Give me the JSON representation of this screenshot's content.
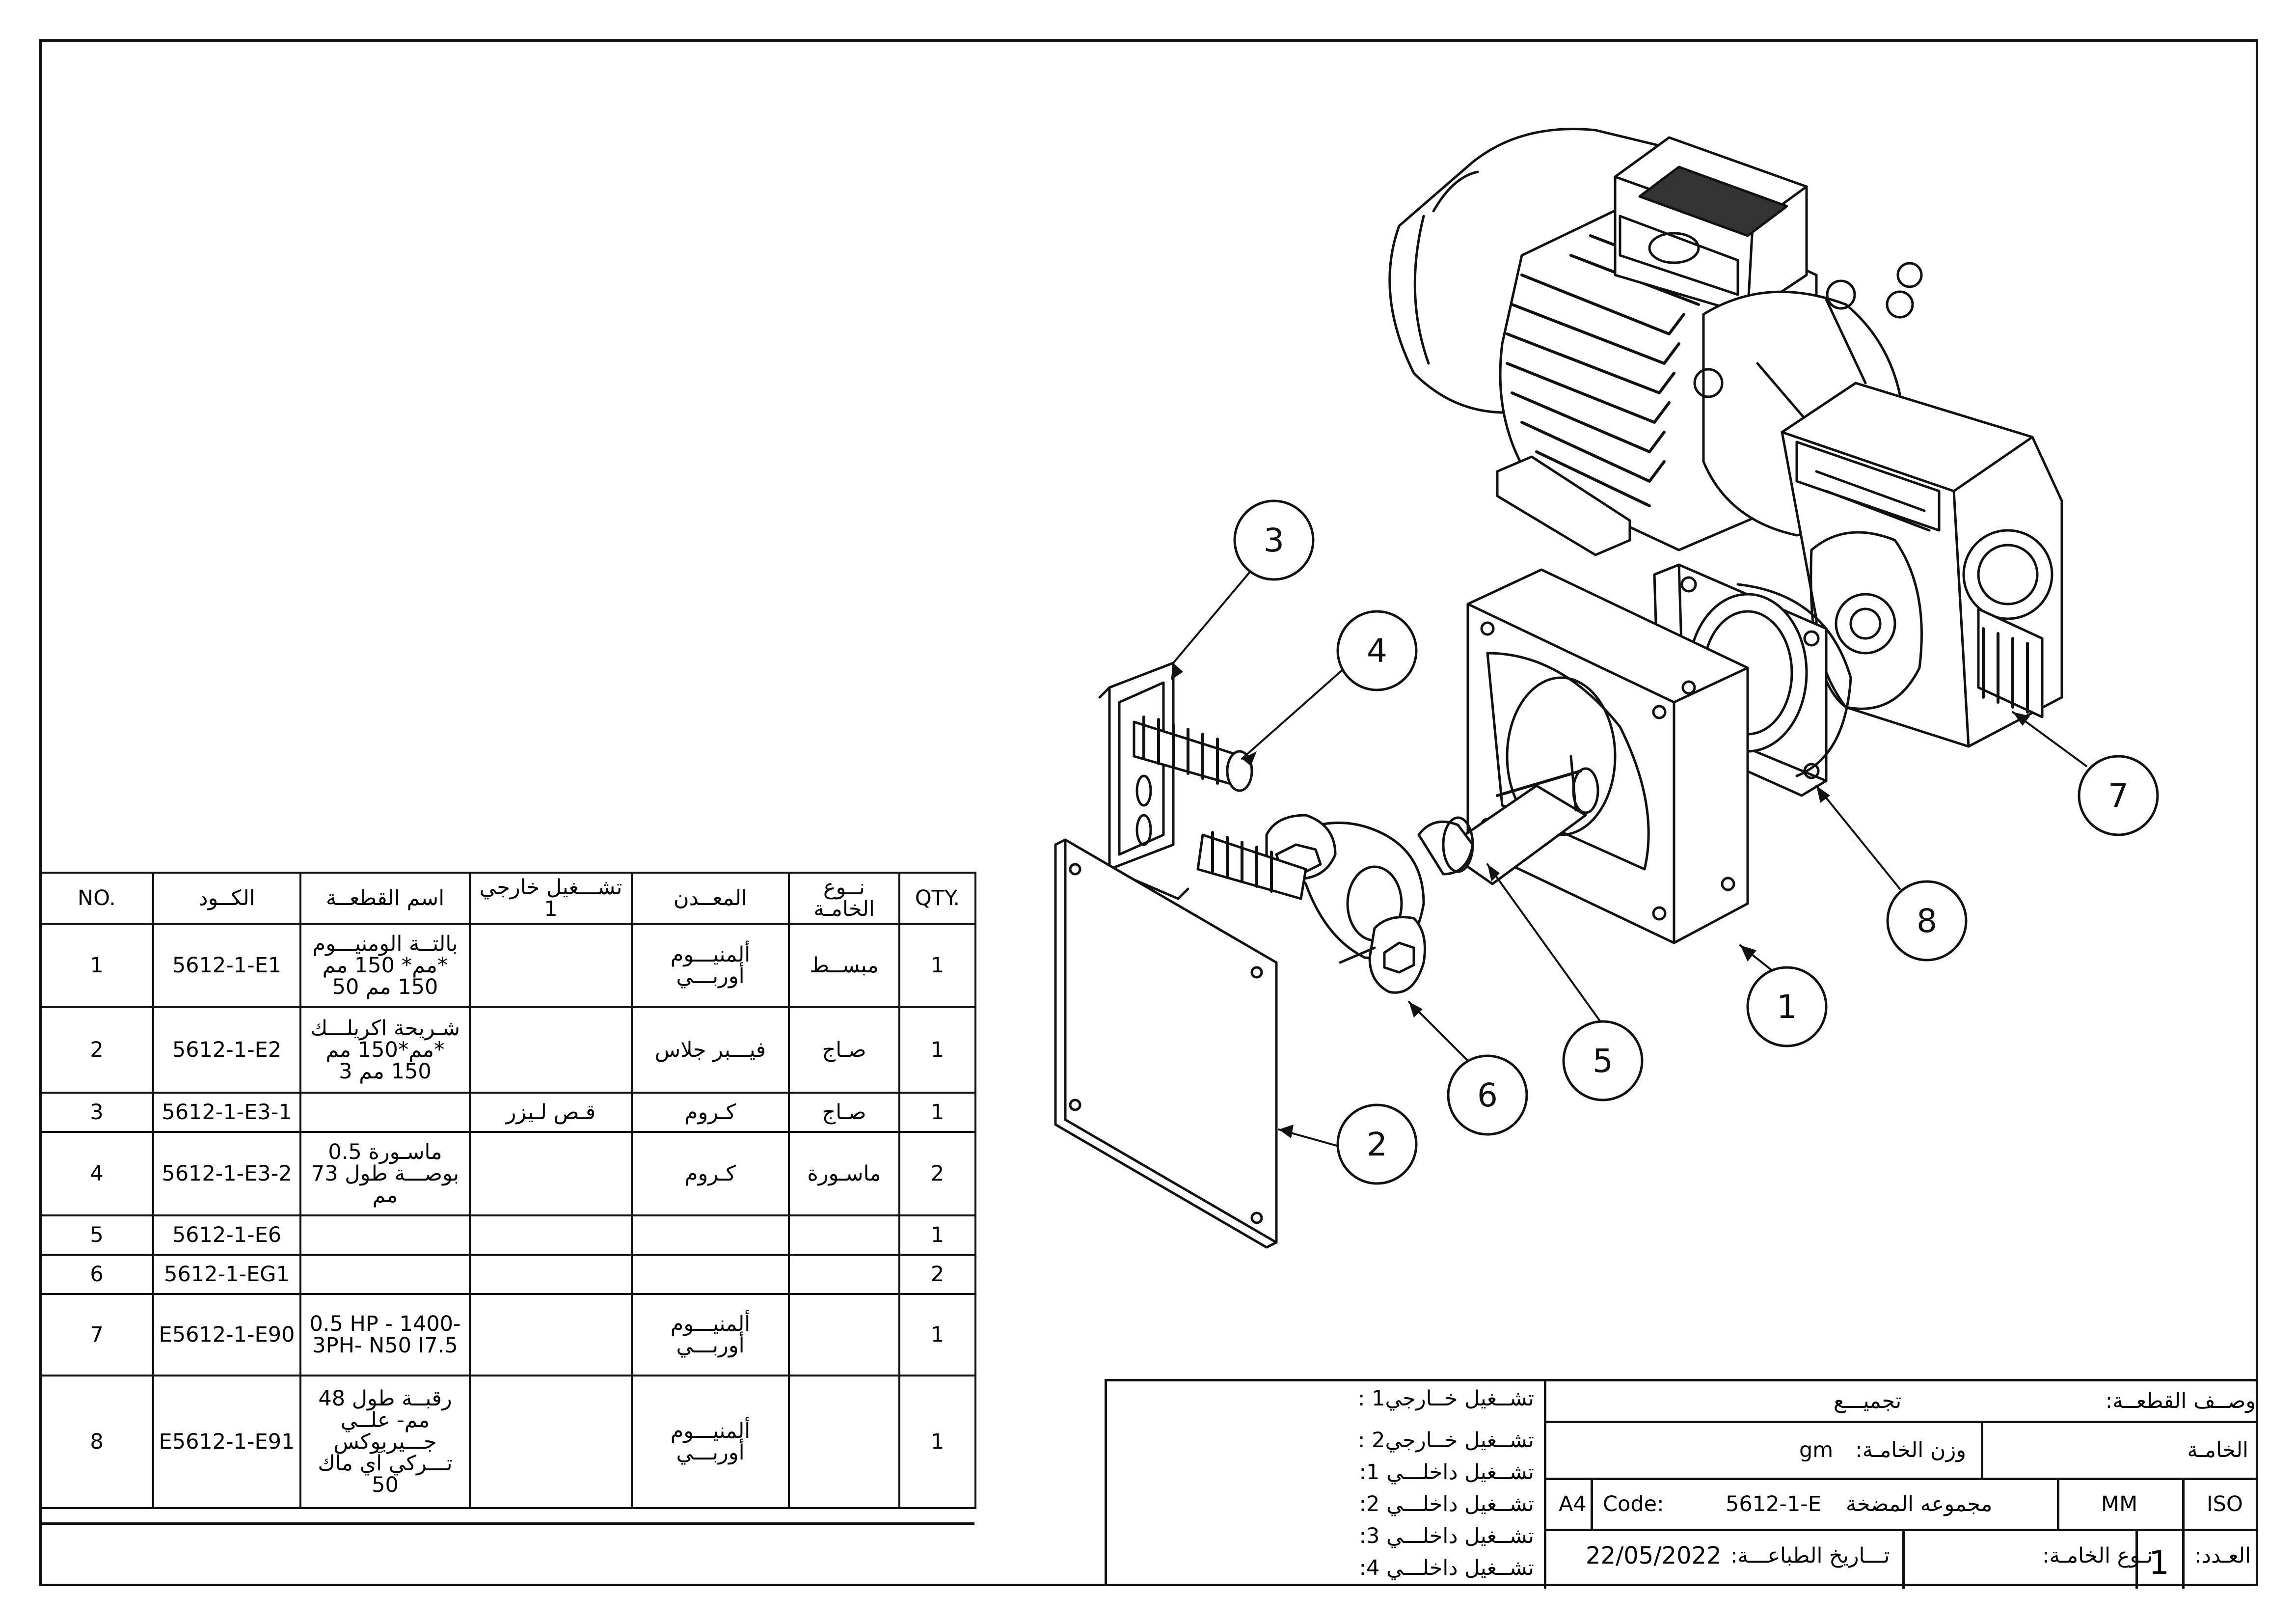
{
  "bom": {
    "headers": {
      "no": "NO.",
      "code": "الكــود",
      "part_name": "اسم القطعــة",
      "external_op": "تشـــغيل خارجي 1",
      "metal": "المعــدن",
      "material_type": "نــوع الخامـة",
      "qty": "QTY."
    },
    "rows": [
      {
        "no": "1",
        "code": "5612-1-E1",
        "name": "بالتــة الومنيـــوم *مم* 150 مم 150 مم 50",
        "ext": "",
        "metal": "ألمنيـــوم أوربـــي",
        "type": "مبســط",
        "qty": "1"
      },
      {
        "no": "2",
        "code": "5612-1-E2",
        "name": "شـريحة اكريلـــك *مم*150 مم 150 مم 3",
        "ext": "",
        "metal": "فيـــبر جلاس",
        "type": "صـاج",
        "qty": "1"
      },
      {
        "no": "3",
        "code": "5612-1-E3-1",
        "name": "",
        "ext": "قـص لـيزر",
        "metal": "كـروم",
        "type": "صـاج",
        "qty": "1"
      },
      {
        "no": "4",
        "code": "5612-1-E3-2",
        "name": "ماسـورة 0.5 بوصـــة طول 73 مم",
        "ext": "",
        "metal": "كـروم",
        "type": "ماسـورة",
        "qty": "2"
      },
      {
        "no": "5",
        "code": "5612-1-E6",
        "name": "",
        "ext": "",
        "metal": "",
        "type": "",
        "qty": "1"
      },
      {
        "no": "6",
        "code": "5612-1-EG1",
        "name": "",
        "ext": "",
        "metal": "",
        "type": "",
        "qty": "2"
      },
      {
        "no": "7",
        "code": "E5612-1-E90",
        "name": "0.5 HP - 1400- 3PH- N50 I7.5",
        "ext": "",
        "metal": "ألمنيـــوم أوربـــي",
        "type": "",
        "qty": "1"
      },
      {
        "no": "8",
        "code": "E5612-1-E91",
        "name": "رقبــة طول 48 مم- علــي جـــيربوكس تـــركي آي ماك 50",
        "ext": "",
        "metal": "ألمنيـــوم أوربـــي",
        "type": "",
        "qty": "1"
      }
    ]
  },
  "balloons": [
    "1",
    "2",
    "3",
    "4",
    "5",
    "6",
    "7",
    "8"
  ],
  "title_block": {
    "ext_op_1": "تشــغيل خــارجي1 :",
    "ext_op_2": "تشــغيل خــارجي2 :",
    "int_op_1": "تشــغيل داخلـــي 1:",
    "int_op_2": "تشــغيل داخلـــي 2:",
    "int_op_3": "تشــغيل داخلـــي 3:",
    "int_op_4": "تشــغيل داخلـــي 4:",
    "part_desc_label": "وصــف القطعــة:",
    "part_desc_value": "تجميـــع",
    "material_label": "الخامـة",
    "weight_label": "وزن الخامـة:",
    "weight_unit": "gm",
    "sheet_size": "A4",
    "code_label": "Code:",
    "code_value": "5612-1-E",
    "assembly_name": "مجموعه المضخة",
    "units": "MM",
    "standard": "ISO",
    "print_date_label": "تـــاريخ الطباعـــة:",
    "print_date": "22/05/2022",
    "material_type_label": "نـوع الخامـة:",
    "count_label": "العـدد:",
    "count_value": "1"
  }
}
